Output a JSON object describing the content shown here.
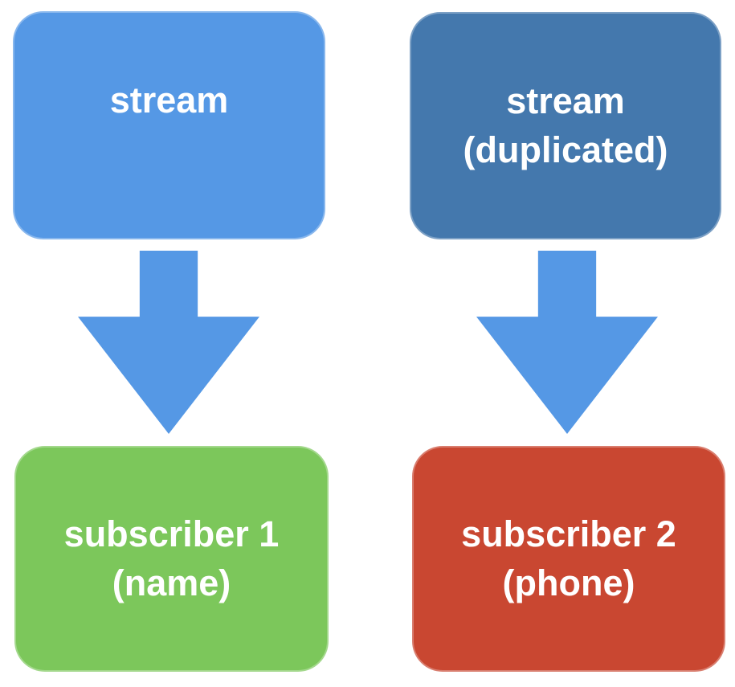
{
  "diagram": {
    "background_color": "#ffffff",
    "text_color": "#ffffff",
    "arrow_color": "#5598E5",
    "nodes": [
      {
        "name": "stream",
        "line1": "stream",
        "line2": "",
        "fill": "#5598E5"
      },
      {
        "name": "stream-duplicated",
        "line1": "stream",
        "line2": "(duplicated)",
        "fill": "#4478AD"
      },
      {
        "name": "subscriber-1",
        "line1": "subscriber 1",
        "line2": "(name)",
        "fill": "#7CC75B"
      },
      {
        "name": "subscriber-2",
        "line1": "subscriber 2",
        "line2": "(phone)",
        "fill": "#C94731"
      }
    ],
    "edges": [
      {
        "from": "stream",
        "to": "subscriber-1"
      },
      {
        "from": "stream-duplicated",
        "to": "subscriber-2"
      }
    ]
  }
}
